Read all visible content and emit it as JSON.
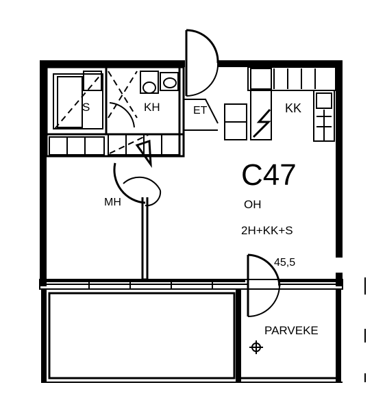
{
  "plan": {
    "unit_code": "C47",
    "floor_code": "OH",
    "layout": "2H+KK+S",
    "area": "45,5",
    "rooms": {
      "sauna": "S",
      "bathroom": "KH",
      "entry": "ET",
      "kitchen": "KK",
      "bedroom": "MH",
      "balcony": "PARVEKE"
    }
  }
}
